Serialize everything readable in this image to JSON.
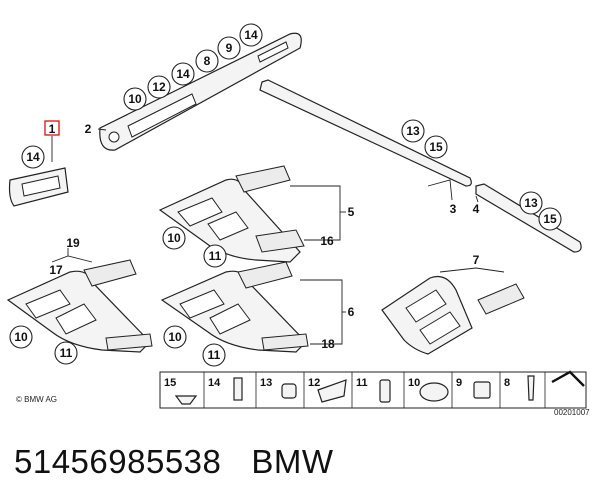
{
  "diagram": {
    "callouts": {
      "top_row": [
        "10",
        "12",
        "14",
        "8",
        "9",
        "14"
      ],
      "item1_badge": "14",
      "strip3_badges": [
        "13",
        "15"
      ],
      "strip4_badges": [
        "13",
        "15"
      ],
      "panel_upper_left": [
        "10",
        "11"
      ],
      "panel_lower_left": [
        "10",
        "11"
      ],
      "panel_lower_mid": [
        "10",
        "11"
      ]
    },
    "part_numbers": {
      "n1": "1",
      "n2": "2",
      "n3": "3",
      "n4": "4",
      "n5": "5",
      "n6": "6",
      "n7": "7",
      "n16": "16",
      "n17": "17",
      "n18": "18",
      "n19": "19"
    },
    "legend": [
      "15",
      "14",
      "13",
      "12",
      "11",
      "10",
      "9",
      "8"
    ],
    "copyright": "© BMW AG",
    "drawing_code": "00201007",
    "colors": {
      "highlight_box": "#e0201c",
      "line": "#222222"
    }
  },
  "footer": {
    "part_number": "51456985538",
    "brand": "BMW"
  }
}
